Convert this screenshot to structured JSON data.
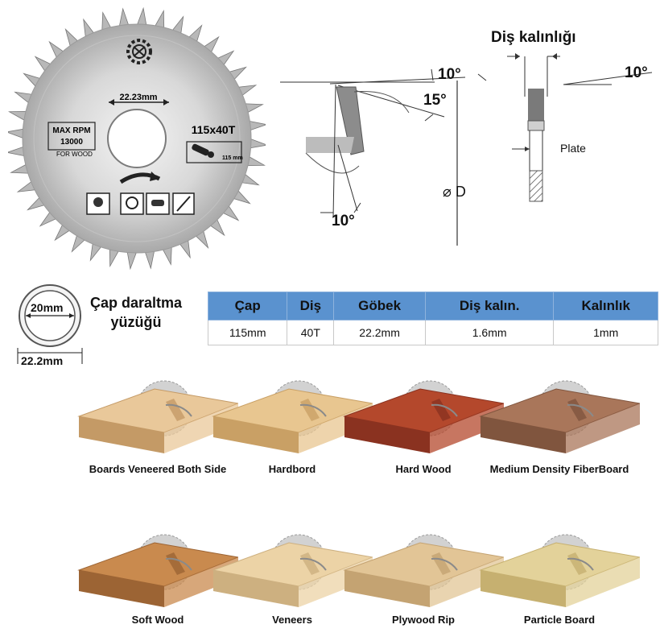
{
  "blade": {
    "bore_label": "22.23mm",
    "max_rpm_label": "MAX RPM",
    "rpm_value": "13000",
    "usage_label": "FOR WOOD",
    "spec_label": "115x40T",
    "tool_label": "115 mm",
    "icons": [
      "gear-logo-icon",
      "goggles-icon",
      "ear-protection-icon",
      "gloves-icon",
      "manual-icon",
      "rotation-arrow-icon"
    ]
  },
  "diagram": {
    "thickness_title": "Diş kalınlığı",
    "angle_top_left": "10°",
    "angle_top_right": "10°",
    "angle_hook": "15°",
    "angle_bottom": "10°",
    "diameter_label": "⌀ D",
    "plate_label": "Plate"
  },
  "ring": {
    "inner_label": "20mm",
    "outer_label": "22.2mm",
    "title_line1": "Çap daraltma",
    "title_line2": "yüzüğü"
  },
  "spec_table": {
    "headers": [
      "Çap",
      "Diş",
      "Göbek",
      "Diş kalın.",
      "Kalınlık"
    ],
    "values": [
      "115mm",
      "40T",
      "22.2mm",
      "1.6mm",
      "1mm"
    ],
    "header_color": "#5a92cf"
  },
  "materials": [
    {
      "label": "Boards Veneered Both Side",
      "color": "#e9c89a",
      "dark": "#c49a66"
    },
    {
      "label": "Hardbord",
      "color": "#e8c690",
      "dark": "#c9a065"
    },
    {
      "label": "Hard Wood",
      "color": "#b4482c",
      "dark": "#8a3220"
    },
    {
      "label": "Medium Density FiberBoard",
      "color": "#a9765a",
      "dark": "#80553e"
    },
    {
      "label": "Soft Wood",
      "color": "#c98a4e",
      "dark": "#9c6434"
    },
    {
      "label": "Veneers",
      "color": "#ecd3a6",
      "dark": "#cdb080"
    },
    {
      "label": "Plywood Rip",
      "color": "#e2c596",
      "dark": "#c4a372"
    },
    {
      "label": "Particle Board",
      "color": "#e3d29a",
      "dark": "#c6b070"
    }
  ]
}
